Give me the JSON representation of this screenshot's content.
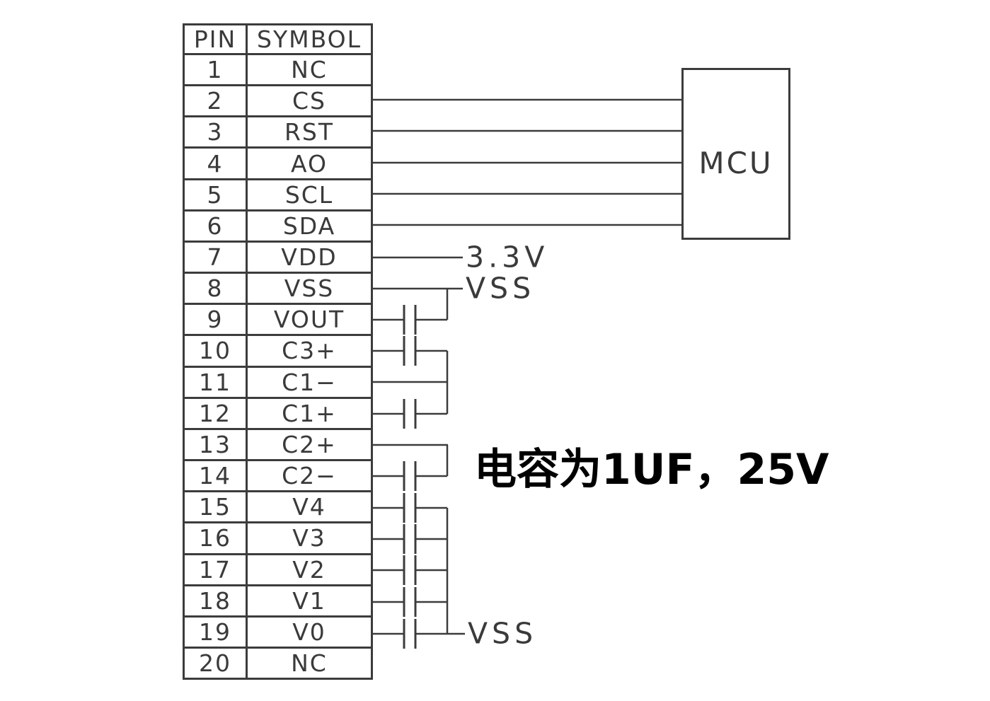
{
  "table": {
    "headers": [
      "PIN",
      "SYMBOL"
    ],
    "rows": [
      {
        "pin": "1",
        "symbol": "NC"
      },
      {
        "pin": "2",
        "symbol": "CS"
      },
      {
        "pin": "3",
        "symbol": "RST"
      },
      {
        "pin": "4",
        "symbol": "AO"
      },
      {
        "pin": "5",
        "symbol": "SCL"
      },
      {
        "pin": "6",
        "symbol": "SDA"
      },
      {
        "pin": "7",
        "symbol": "VDD"
      },
      {
        "pin": "8",
        "symbol": "VSS"
      },
      {
        "pin": "9",
        "symbol": "VOUT"
      },
      {
        "pin": "10",
        "symbol": "C3+"
      },
      {
        "pin": "11",
        "symbol": "C1−"
      },
      {
        "pin": "12",
        "symbol": "C1+"
      },
      {
        "pin": "13",
        "symbol": "C2+"
      },
      {
        "pin": "14",
        "symbol": "C2−"
      },
      {
        "pin": "15",
        "symbol": "V4"
      },
      {
        "pin": "16",
        "symbol": "V3"
      },
      {
        "pin": "17",
        "symbol": "V2"
      },
      {
        "pin": "18",
        "symbol": "V1"
      },
      {
        "pin": "19",
        "symbol": "V0"
      },
      {
        "pin": "20",
        "symbol": "NC"
      }
    ]
  },
  "mcu": {
    "label": "MCU"
  },
  "labels": {
    "vdd_supply": "3.3V",
    "vss_top": "VSS",
    "vss_bottom": "VSS",
    "capacitor_note": "电容为1UF，25V"
  },
  "connections": {
    "mcu_connected_symbols": [
      "CS",
      "RST",
      "AO",
      "SCL",
      "SDA"
    ],
    "vdd_net": "3.3V",
    "vss_net_symbols": [
      "VSS",
      "VOUT",
      "V0"
    ],
    "series_capacitor_symbols": [
      "VOUT",
      "C3+",
      "C1+",
      "C2−",
      "V4",
      "V3",
      "V2",
      "V1",
      "V0"
    ],
    "direct_bus_symbols": [
      "C1−",
      "C2+"
    ]
  },
  "colors": {
    "background": "#ffffff",
    "line": "#3c3c3c",
    "text": "#3a3a3a",
    "note_text": "#000000"
  }
}
